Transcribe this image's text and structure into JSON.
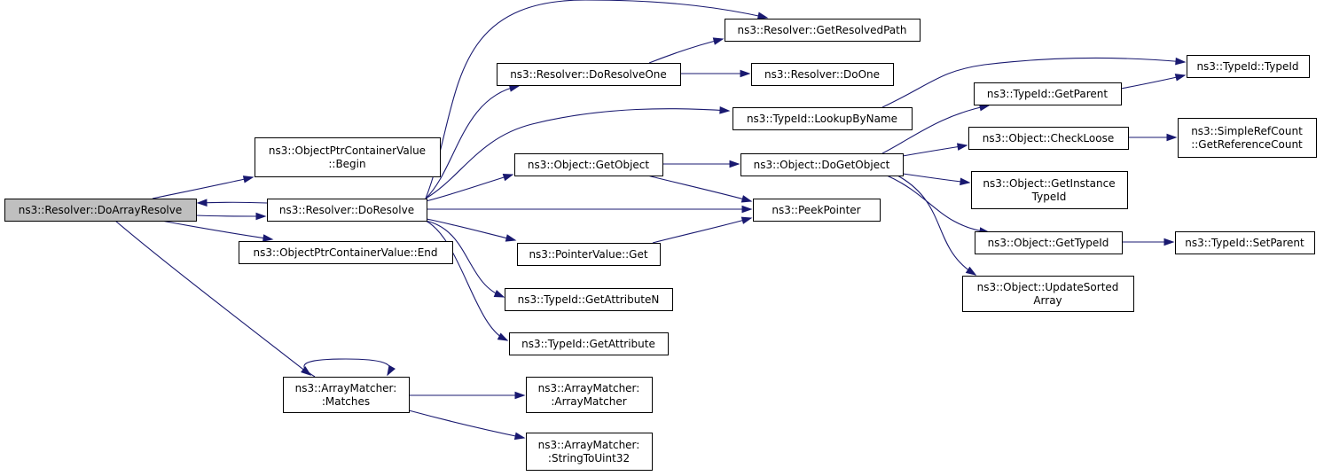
{
  "colors": {
    "edge": "#191970",
    "root_fill": "#bfbfbf",
    "node_fill": "#ffffff",
    "node_border": "#000000"
  },
  "nodes": [
    {
      "id": "doArrayResolve",
      "lines": [
        "ns3::Resolver::DoArrayResolve"
      ],
      "root": true
    },
    {
      "id": "optrBegin",
      "lines": [
        "ns3::ObjectPtrContainerValue",
        "::Begin"
      ]
    },
    {
      "id": "doResolve",
      "lines": [
        "ns3::Resolver::DoResolve"
      ]
    },
    {
      "id": "optrEnd",
      "lines": [
        "ns3::ObjectPtrContainerValue::End"
      ]
    },
    {
      "id": "amMatches",
      "lines": [
        "ns3::ArrayMatcher:",
        ":Matches"
      ]
    },
    {
      "id": "doResolveOne",
      "lines": [
        "ns3::Resolver::DoResolveOne"
      ]
    },
    {
      "id": "getResolvedPath",
      "lines": [
        "ns3::Resolver::GetResolvedPath"
      ]
    },
    {
      "id": "doOne",
      "lines": [
        "ns3::Resolver::DoOne"
      ]
    },
    {
      "id": "lookupByName",
      "lines": [
        "ns3::TypeId::LookupByName"
      ]
    },
    {
      "id": "getObject",
      "lines": [
        "ns3::Object::GetObject"
      ]
    },
    {
      "id": "doGetObject",
      "lines": [
        "ns3::Object::DoGetObject"
      ]
    },
    {
      "id": "peekPointer",
      "lines": [
        "ns3::PeekPointer"
      ]
    },
    {
      "id": "pvGet",
      "lines": [
        "ns3::PointerValue::Get"
      ]
    },
    {
      "id": "getAttributeN",
      "lines": [
        "ns3::TypeId::GetAttributeN"
      ]
    },
    {
      "id": "getAttribute",
      "lines": [
        "ns3::TypeId::GetAttribute"
      ]
    },
    {
      "id": "amCtor",
      "lines": [
        "ns3::ArrayMatcher:",
        ":ArrayMatcher"
      ]
    },
    {
      "id": "amStr",
      "lines": [
        "ns3::ArrayMatcher:",
        ":StringToUint32"
      ]
    },
    {
      "id": "getParent",
      "lines": [
        "ns3::TypeId::GetParent"
      ]
    },
    {
      "id": "typeIdCtor",
      "lines": [
        "ns3::TypeId::TypeId"
      ]
    },
    {
      "id": "checkLoose",
      "lines": [
        "ns3::Object::CheckLoose"
      ]
    },
    {
      "id": "getRefCount",
      "lines": [
        "ns3::SimpleRefCount",
        "::GetReferenceCount"
      ]
    },
    {
      "id": "getInstanceTypeId",
      "lines": [
        "ns3::Object::GetInstance",
        "TypeId"
      ]
    },
    {
      "id": "getTypeId",
      "lines": [
        "ns3::Object::GetTypeId"
      ]
    },
    {
      "id": "setParent",
      "lines": [
        "ns3::TypeId::SetParent"
      ]
    },
    {
      "id": "updateSorted",
      "lines": [
        "ns3::Object::UpdateSorted",
        "Array"
      ]
    }
  ],
  "edges": [
    {
      "from": "doArrayResolve",
      "to": "optrBegin"
    },
    {
      "from": "doArrayResolve",
      "to": "doResolve"
    },
    {
      "from": "doResolve",
      "to": "doArrayResolve"
    },
    {
      "from": "doArrayResolve",
      "to": "optrEnd"
    },
    {
      "from": "doArrayResolve",
      "to": "amMatches"
    },
    {
      "from": "amMatches",
      "to": "amMatches"
    },
    {
      "from": "amMatches",
      "to": "amCtor"
    },
    {
      "from": "amMatches",
      "to": "amStr"
    },
    {
      "from": "doResolve",
      "to": "doResolveOne"
    },
    {
      "from": "doResolve",
      "to": "getResolvedPath"
    },
    {
      "from": "doResolve",
      "to": "lookupByName"
    },
    {
      "from": "doResolve",
      "to": "getObject"
    },
    {
      "from": "doResolve",
      "to": "peekPointer"
    },
    {
      "from": "doResolve",
      "to": "pvGet"
    },
    {
      "from": "doResolve",
      "to": "getAttributeN"
    },
    {
      "from": "doResolve",
      "to": "getAttribute"
    },
    {
      "from": "doResolveOne",
      "to": "getResolvedPath"
    },
    {
      "from": "doResolveOne",
      "to": "doOne"
    },
    {
      "from": "lookupByName",
      "to": "typeIdCtor"
    },
    {
      "from": "getObject",
      "to": "doGetObject"
    },
    {
      "from": "getObject",
      "to": "peekPointer"
    },
    {
      "from": "pvGet",
      "to": "peekPointer"
    },
    {
      "from": "doGetObject",
      "to": "getParent"
    },
    {
      "from": "doGetObject",
      "to": "checkLoose"
    },
    {
      "from": "doGetObject",
      "to": "getInstanceTypeId"
    },
    {
      "from": "doGetObject",
      "to": "getTypeId"
    },
    {
      "from": "doGetObject",
      "to": "updateSorted"
    },
    {
      "from": "getParent",
      "to": "typeIdCtor"
    },
    {
      "from": "checkLoose",
      "to": "getRefCount"
    },
    {
      "from": "getTypeId",
      "to": "setParent"
    }
  ]
}
